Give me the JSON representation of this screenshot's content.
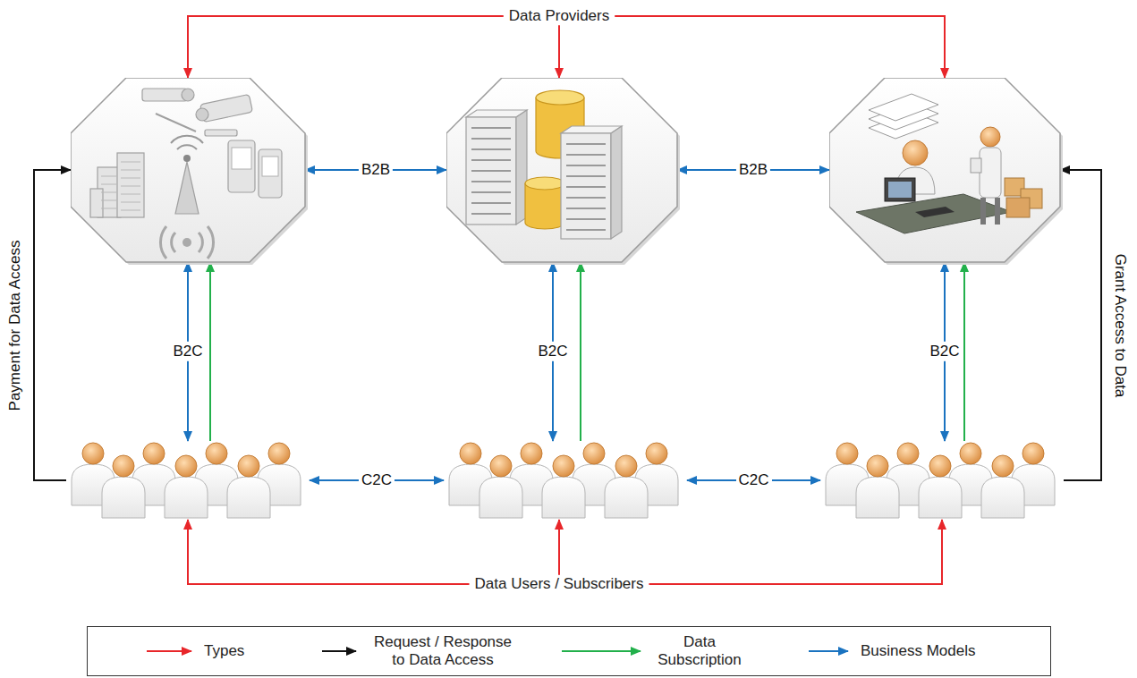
{
  "diagram": {
    "nodes": [
      {
        "text": [
          "Data Providers"
        ]
      },
      {
        "text": []
      },
      {
        "text": []
      },
      {
        "text": []
      },
      {
        "text": []
      },
      {
        "text": []
      },
      {
        "text": []
      },
      {
        "text": [
          "Data Users / Subscribers"
        ]
      }
    ],
    "edges": [
      {
        "from": 0,
        "to": 1,
        "arrow": "to"
      },
      {
        "from": 0,
        "to": 2,
        "arrow": "to"
      },
      {
        "from": 0,
        "to": 3,
        "arrow": "to"
      },
      {
        "from": 1,
        "to": 2,
        "label": "B2B",
        "arrow": "both"
      },
      {
        "from": 2,
        "to": 3,
        "label": "B2B",
        "arrow": "both"
      },
      {
        "from": 1,
        "to": 4,
        "label": "B2C",
        "arrow": "both"
      },
      {
        "from": 4,
        "to": 1,
        "arrow": "to"
      },
      {
        "from": 2,
        "to": 5,
        "label": "B2C",
        "arrow": "both"
      },
      {
        "from": 5,
        "to": 2,
        "arrow": "to"
      },
      {
        "from": 3,
        "to": 6,
        "label": "B2C",
        "arrow": "both"
      },
      {
        "from": 6,
        "to": 3,
        "arrow": "to"
      },
      {
        "from": 4,
        "to": 5,
        "label": "C2C",
        "arrow": "both"
      },
      {
        "from": 5,
        "to": 6,
        "label": "C2C",
        "arrow": "both"
      },
      {
        "from": 7,
        "to": 4,
        "arrow": "to"
      },
      {
        "from": 7,
        "to": 5,
        "arrow": "to"
      },
      {
        "from": 7,
        "to": 6,
        "arrow": "to"
      },
      {
        "from": 4,
        "to": 1,
        "label": "Payment for Data Access",
        "arrow": "to"
      },
      {
        "from": 6,
        "to": 3,
        "label": "Grant Access to Data",
        "arrow": "to"
      }
    ],
    "legend": [
      {
        "text": "Types"
      },
      {
        "text": "Request / Response to Data Access"
      },
      {
        "text": "Data Subscription"
      },
      {
        "text": "Business Models"
      }
    ]
  }
}
